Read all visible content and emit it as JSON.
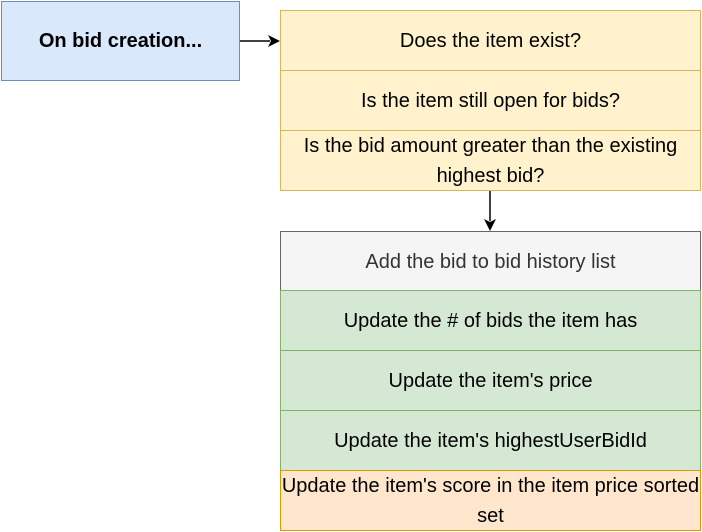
{
  "start": {
    "label": "On bid creation..."
  },
  "checks": [
    {
      "label": "Does the item exist?"
    },
    {
      "label": "Is the item still open for bids?"
    },
    {
      "label": "Is the bid amount greater than the existing highest bid?"
    }
  ],
  "actions": [
    {
      "label": "Add the bid to bid history list"
    },
    {
      "label": "Update the # of bids the item has"
    },
    {
      "label": "Update the item's price"
    },
    {
      "label": "Update the item's highestUserBidId"
    },
    {
      "label": "Update the item's score in the item price sorted set"
    }
  ],
  "colors": {
    "start_fill": "#dae8fc",
    "start_stroke": "#6c8ebf",
    "check_fill": "#fff2cc",
    "check_stroke": "#d6b656",
    "history_fill": "#f5f5f5",
    "history_stroke": "#666666",
    "update_fill": "#d5e8d4",
    "update_stroke": "#82b366",
    "score_fill": "#ffe6cc",
    "score_stroke": "#d79b00"
  }
}
